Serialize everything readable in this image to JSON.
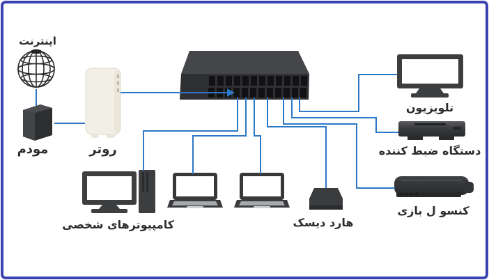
{
  "diagram": {
    "title_implicit": "home network diagram",
    "colors": {
      "background": "#ffffff",
      "frame_border": "#3b44b0",
      "cable": "#2c78c6",
      "device_dark": "#3a3b3d",
      "router_body": "#f2efe6",
      "label_text": "#2d2d2e"
    },
    "nodes": {
      "internet": {
        "label": "اینترنت"
      },
      "modem": {
        "label": "مودم"
      },
      "router": {
        "label": "روتر"
      },
      "switch": {
        "label": ""
      },
      "tv": {
        "label": "تلویزیون"
      },
      "recorder": {
        "label": "دستگاه ضبط کننده"
      },
      "console": {
        "label": "کنسو ل بازی"
      },
      "pcs": {
        "label": "کامپیوترهای شخصی"
      },
      "harddisk": {
        "label": "هارد دیسک"
      }
    },
    "connections": [
      {
        "from": "internet-globe",
        "to": "modem"
      },
      {
        "from": "modem",
        "to": "router"
      },
      {
        "from": "router",
        "to": "switch",
        "style": "arrow"
      },
      {
        "from": "switch",
        "to": "desktop-pc"
      },
      {
        "from": "switch",
        "to": "laptop-1"
      },
      {
        "from": "switch",
        "to": "laptop-2"
      },
      {
        "from": "switch",
        "to": "hard-disk"
      },
      {
        "from": "switch",
        "to": "tv"
      },
      {
        "from": "switch",
        "to": "recorder"
      },
      {
        "from": "switch",
        "to": "game-console"
      }
    ]
  }
}
